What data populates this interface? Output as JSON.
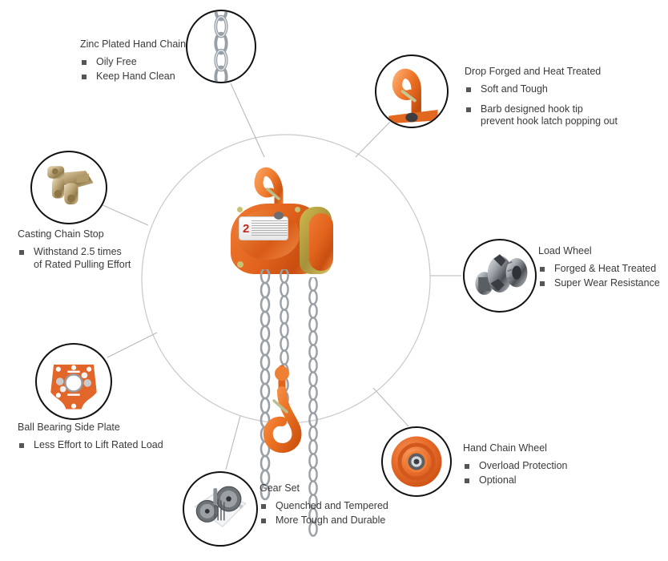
{
  "diagram": {
    "type": "product-feature-callout",
    "product": "manual chain hoist / chain block",
    "center_label_capacity": "2"
  },
  "callouts": [
    {
      "id": "zinc-plated-hand-chain",
      "title": "Zinc Plated Hand Chain",
      "features": [
        "Oily Free",
        "Keep Hand Clean"
      ],
      "icon": "chain-links-photo"
    },
    {
      "id": "drop-forged-heat-treated",
      "title": "Drop Forged and Heat Treated",
      "features": [
        "Soft and Tough",
        "Barb designed hook tip\nprevent hook latch popping out"
      ],
      "icon": "orange-hook-photo"
    },
    {
      "id": "casting-chain-stop",
      "title": "Casting Chain Stop",
      "features": [
        "Withstand 2.5 times\nof Rated Pulling Effort"
      ],
      "icon": "brass-chain-stop-photo"
    },
    {
      "id": "load-wheel",
      "title": "Load Wheel",
      "features": [
        "Forged & Heat Treated",
        "Super Wear Resistance"
      ],
      "icon": "load-wheel-photo"
    },
    {
      "id": "ball-bearing-side-plate",
      "title": "Ball Bearing Side Plate",
      "features": [
        "Less Effort to Lift Rated Load"
      ],
      "icon": "orange-side-plate-photo"
    },
    {
      "id": "gear-set",
      "title": "Gear Set",
      "features": [
        "Quenched and Tempered",
        "More Tough and Durable"
      ],
      "icon": "gear-set-photo"
    },
    {
      "id": "hand-chain-wheel",
      "title": "Hand Chain Wheel",
      "features": [
        "Overload Protection",
        "Optional"
      ],
      "icon": "hand-chain-wheel-photo"
    }
  ],
  "colors": {
    "text": "#3a3a3a",
    "bullet": "#55565a",
    "bubble_border": "#111111",
    "connector_line": "#b9b9b9",
    "big_circle": "#c9c9c9",
    "product_orange": "#e2641d",
    "metal_gray": "#8d949b"
  }
}
